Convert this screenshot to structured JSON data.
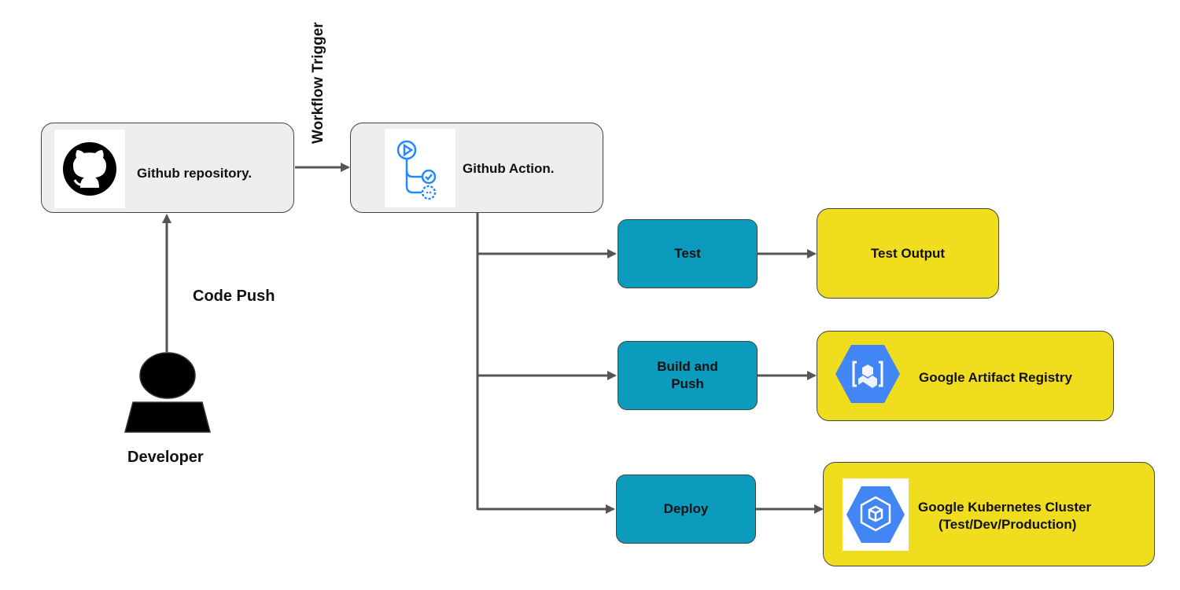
{
  "nodes": {
    "github_repo": "Github repository.",
    "github_action": "Github Action.",
    "test": "Test",
    "build_push_line1": "Build and",
    "build_push_line2": "Push",
    "deploy": "Deploy",
    "test_output": "Test Output",
    "artifact_registry": "Google Artifact Registry",
    "gke_line1": "Google Kubernetes Cluster",
    "gke_line2": "(Test/Dev/Production)"
  },
  "edges": {
    "workflow_trigger": "Workflow Trigger",
    "code_push": "Code Push"
  },
  "actor": {
    "label": "Developer"
  },
  "icons": {
    "repo": "github-octocat-icon",
    "action": "github-actions-icon",
    "registry": "artifact-registry-icon",
    "gke": "kubernetes-engine-icon"
  },
  "colors": {
    "gray_box": "#eeeeee",
    "teal_box": "#0a9bbd",
    "yellow_box": "#f0de1e",
    "gcp_blue": "#4285f4",
    "actions_blue": "#2188ff"
  }
}
